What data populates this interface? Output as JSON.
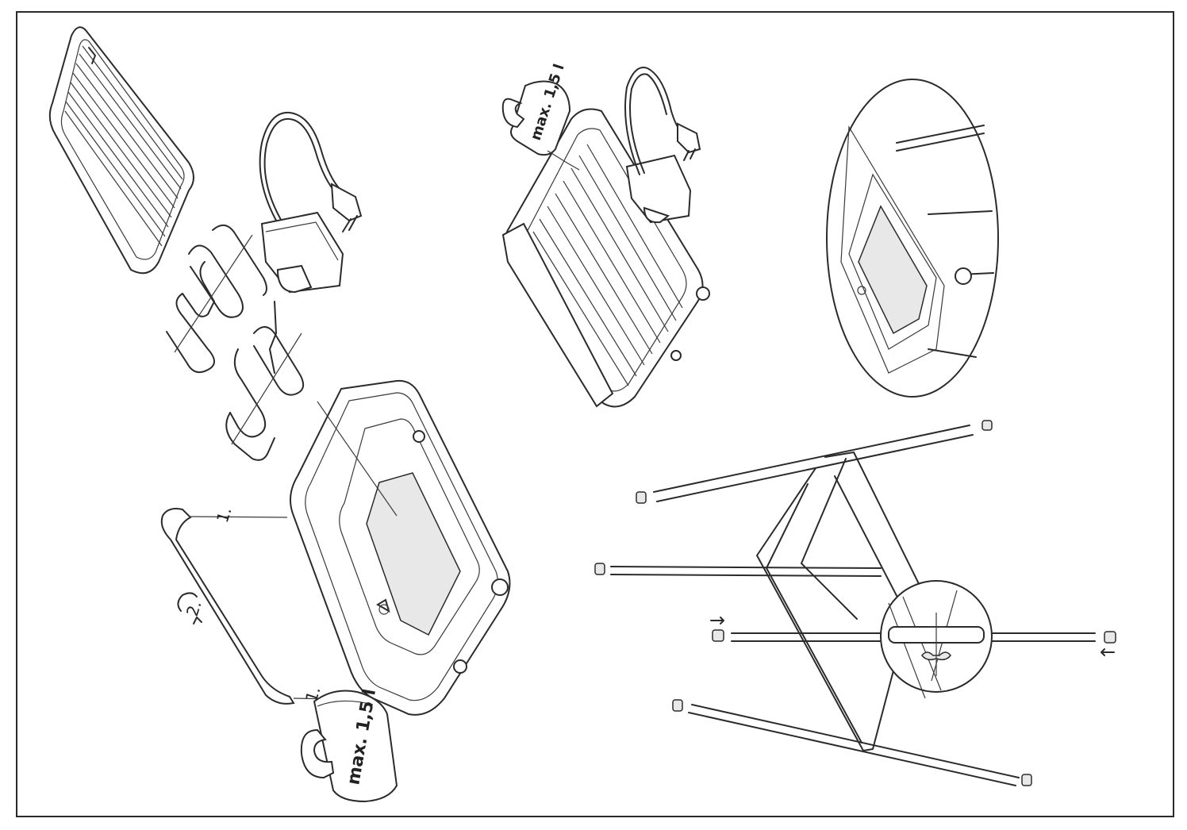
{
  "figure": {
    "capacity_label": "max. 1,5 l",
    "step_labels": [
      "1.",
      "2.",
      "1."
    ]
  }
}
